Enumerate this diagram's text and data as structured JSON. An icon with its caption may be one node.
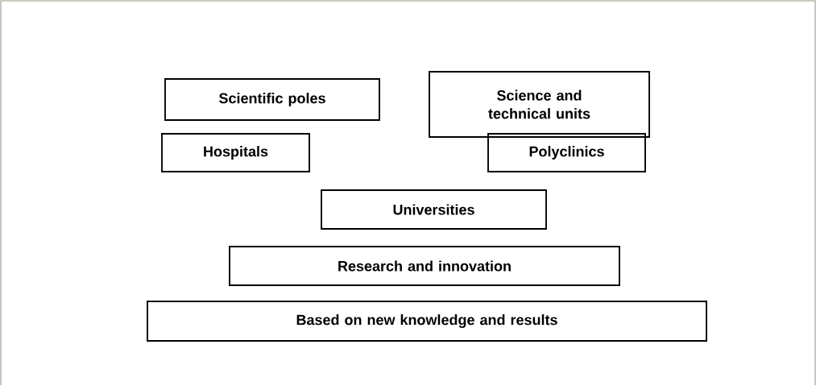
{
  "diagram": {
    "nodes": [
      {
        "text": [
          "Scientific poles"
        ]
      },
      {
        "text": [
          "Science and technical units"
        ]
      },
      {
        "text": [
          "Hospitals"
        ]
      },
      {
        "text": [
          "Polyclinics"
        ]
      },
      {
        "text": [
          "Universities"
        ]
      },
      {
        "text": [
          "Research and innovation"
        ]
      },
      {
        "text": [
          "Based on new knowledge and results"
        ]
      }
    ]
  }
}
